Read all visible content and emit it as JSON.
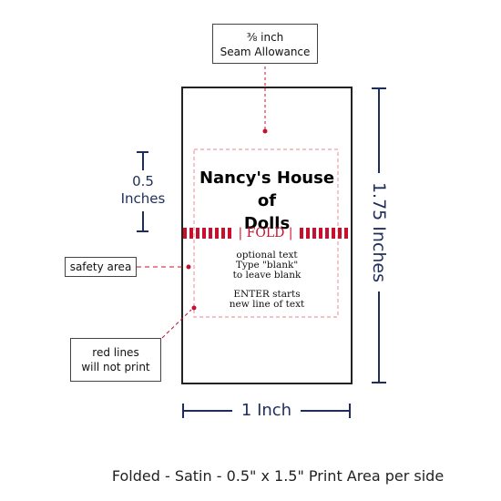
{
  "seam_note": {
    "line1": "⅜ inch",
    "line2": "Seam Allowance"
  },
  "label": {
    "title_line1": "Nancy's House of",
    "title_line2": "Dolls",
    "fold_text": "| FOLD |",
    "optional_line1": "optional text",
    "optional_line2": "Type \"blank\"",
    "optional_line3": "to leave blank",
    "enter_line1": "ENTER starts",
    "enter_line2": "new line of text"
  },
  "dimensions": {
    "half_inch_line1": "0.5",
    "half_inch_line2": "Inches",
    "height": "1.75 Inches",
    "width": "1 Inch"
  },
  "callouts": {
    "safety_area": "safety area",
    "red_lines_line1": "red lines",
    "red_lines_line2": "will not print"
  },
  "caption": "Folded - Satin - 0.5\" x 1.5\" Print Area per side",
  "colors": {
    "navy": "#1f2d5a",
    "red": "#c8102e",
    "pink": "#e8a0a8"
  }
}
